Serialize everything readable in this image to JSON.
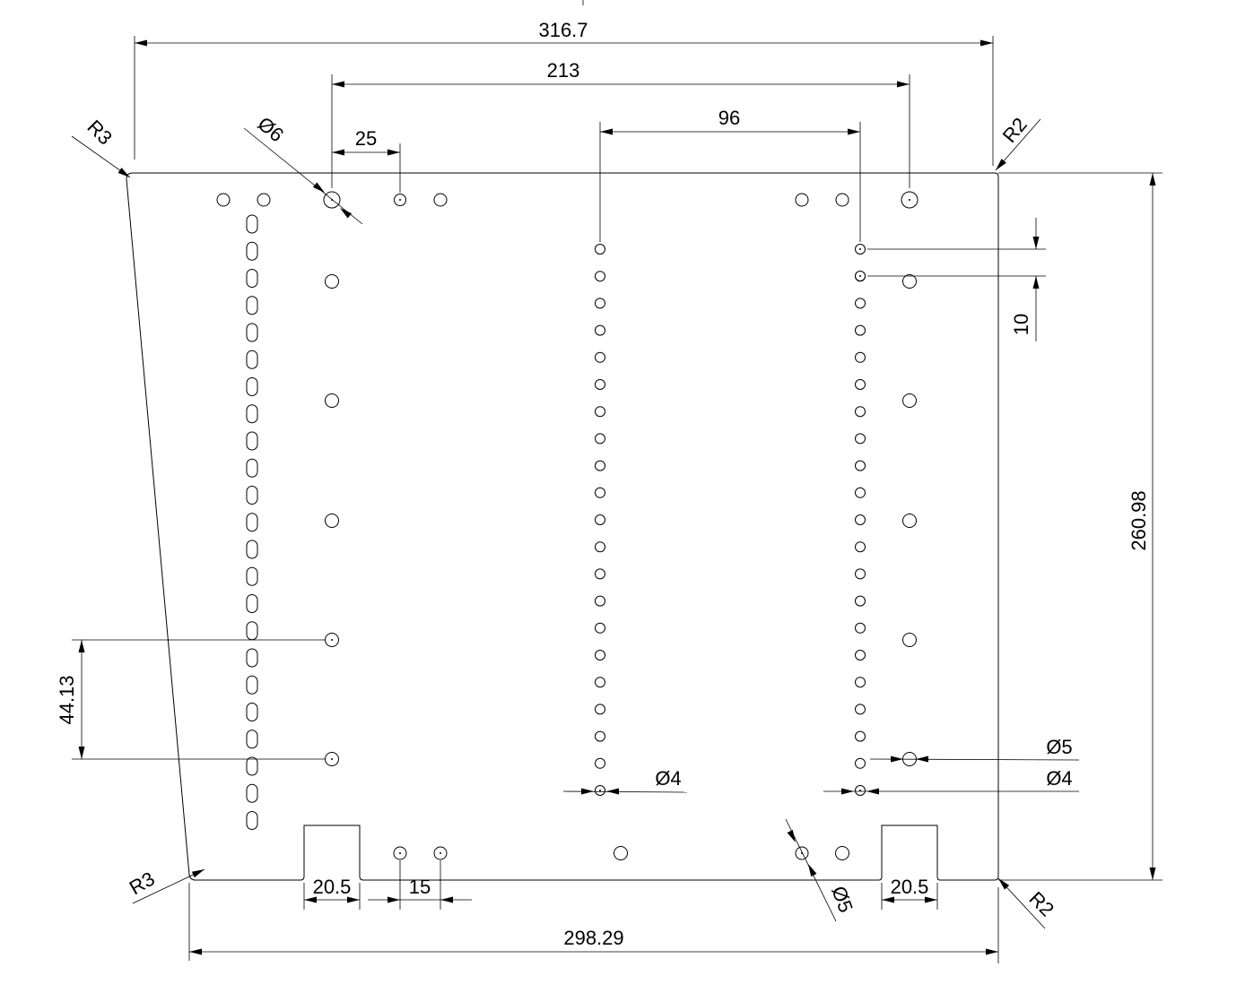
{
  "drawing": {
    "dimensions": {
      "overall_top_width": "316.7",
      "outer_hole_span": "213",
      "inner_hole_span": "96",
      "hole_offset": "25",
      "hole_pitch": "10",
      "overall_height": "260.98",
      "left_hole_pitch": "44.13",
      "bottom_width": "298.29",
      "notch_left_width": "20.5",
      "notch_right_width": "20.5",
      "bottom_hole_spacing": "15"
    },
    "callouts": {
      "radius_top_left": "R3",
      "radius_bottom_left": "R3",
      "radius_top_right": "R2",
      "radius_bottom_right": "R2",
      "dia_large": "Ø6",
      "dia_small_center": "Ø4",
      "dia_small_right": "Ø4",
      "dia_mid_right": "Ø5",
      "dia_bottom": "Ø5"
    }
  }
}
